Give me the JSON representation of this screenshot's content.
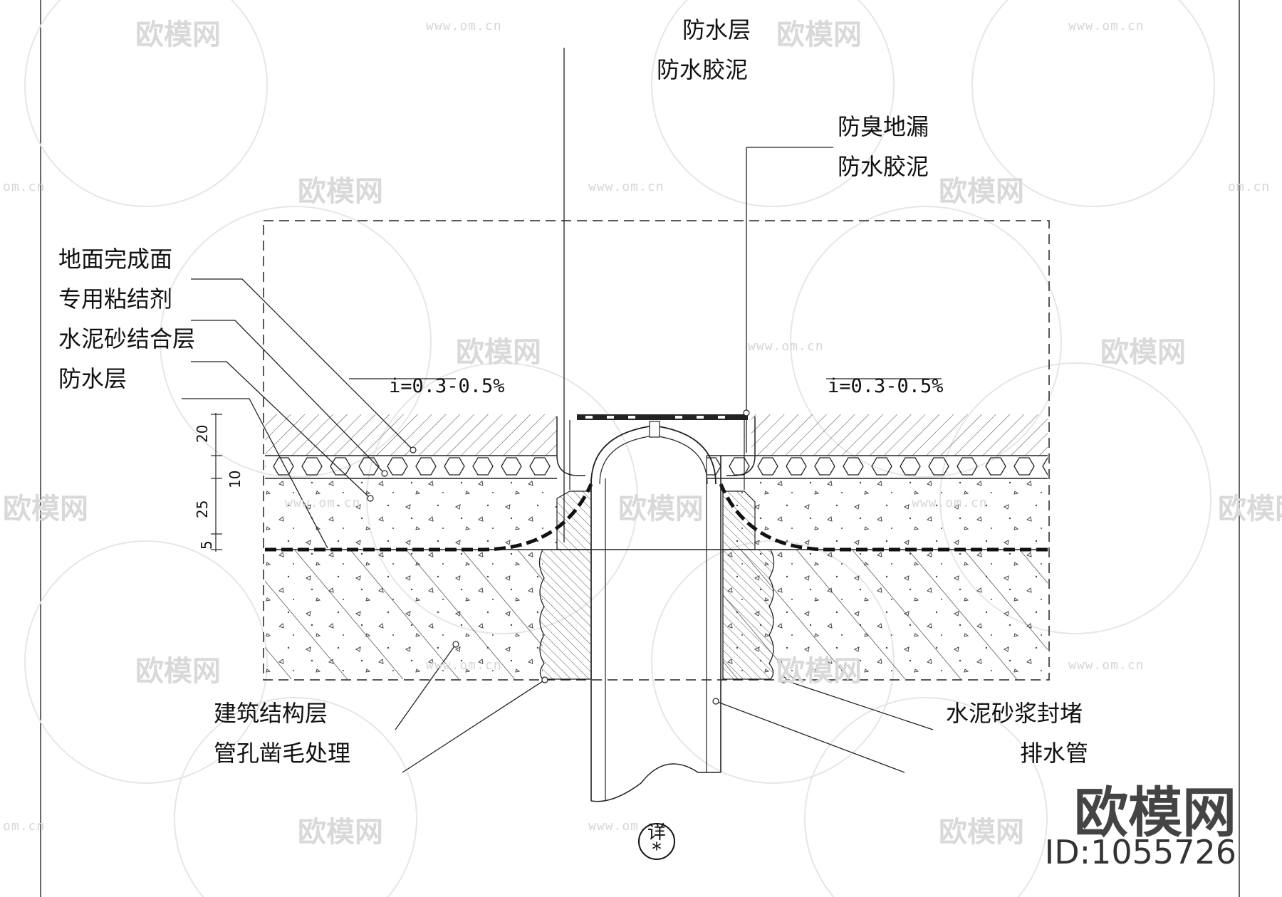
{
  "labels": {
    "top_waterproof_layer": "防水层",
    "top_waterproof_putty": "防水胶泥",
    "odor_proof_drain": "防臭地漏",
    "drain_putty": "防水胶泥",
    "floor_finish": "地面完成面",
    "adhesive": "专用粘结剂",
    "mortar_bond": "水泥砂结合层",
    "waterproof_layer": "防水层",
    "structure_layer": "建筑结构层",
    "pipe_hole": "管孔凿毛处理",
    "mortar_seal": "水泥砂浆封堵",
    "drain_pipe": "排水管"
  },
  "slopes": {
    "left": "i=0.3-0.5%",
    "right": "i=0.3-0.5%"
  },
  "dimensions": {
    "d20": "20",
    "d10": "10",
    "d25": "25",
    "d5": "5"
  },
  "detail_callout": {
    "top": "详",
    "bottom": "*"
  },
  "watermark": {
    "logo": "欧模网",
    "url": "www.om.cn",
    "url_partial": "om.cn"
  },
  "brand": {
    "name": "欧模网",
    "id": "ID:1055726"
  },
  "colors": {
    "line": "#111111",
    "watermark": "#d9d9d9"
  }
}
